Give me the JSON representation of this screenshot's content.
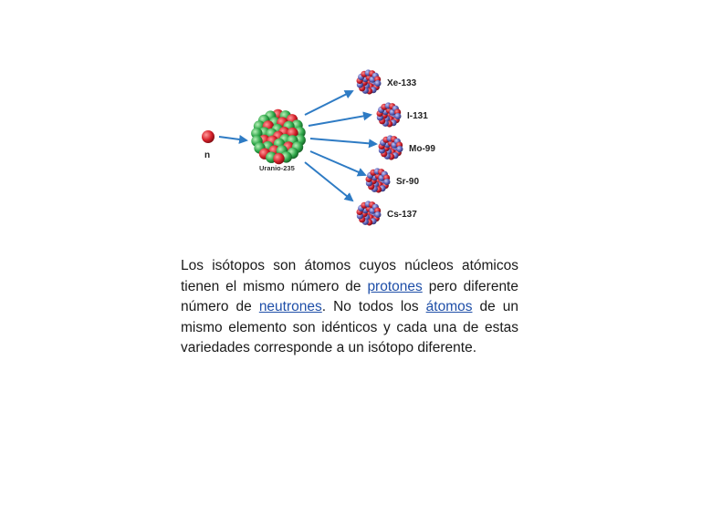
{
  "diagram": {
    "neutron_label": "n",
    "uranium_label": "Uranio-235",
    "products": [
      "Xe-133",
      "I-131",
      "Mo-99",
      "Sr-90",
      "Cs-137"
    ],
    "colors": {
      "proton": "#d6202a",
      "neutron": "#2fa84a",
      "product_neutron": "#5a5fb8",
      "arrow": "#2e7bc4"
    }
  },
  "text": {
    "part1": "Los isótopos son átomos cuyos núcleos atómicos tienen el mismo número de ",
    "link_protones": "protones",
    "part2": " pero diferente número de ",
    "link_neutrones": "neutrones",
    "part3": ". No todos los ",
    "link_atomos": "átomos",
    "part4": " de un mismo elemento son idénticos y cada una de estas variedades corresponde a un isótopo diferente."
  }
}
